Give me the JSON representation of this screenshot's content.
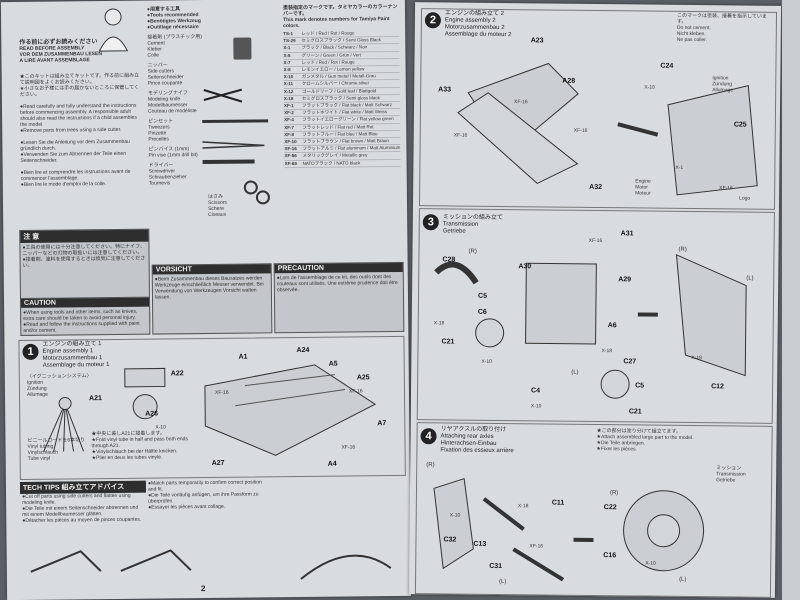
{
  "page_number": "2",
  "left": {
    "intro_jp": "作る前に必ずお読みください",
    "intro_en": "READ BEFORE ASSEMBLY\nVOR DEM ZUSAMMENBAU LESEN\nA LIRE AVANT ASSEMBLAGE",
    "instructions_jp": "★このキットは組み立てキットです。作る前に組み立て説明図をよくお読みください。\n★小さなお子様には手の届かないところに保管してください。",
    "instructions_en": "●Read carefully and fully understand the instructions before commencing assembly. A responsible adult should also read the instructions if a child assembles the model.\n●Remove parts from trees using a side cutter.",
    "instructions_de": "●Lesen Sie die Anleitung vor dem Zusammenbau gründlich durch.\n●Verwenden Sie zum Abtrennen der Teile einen Seitenschneider.",
    "instructions_fr": "●Bien lire et comprendre les instructions avant de commencer l'assemblage.\n●Bien lire le mode d'emploi de la colle.",
    "tools_header": "●用意する工具\n●Tools recommended\n●Benötigtes Werkzeug\n●Outillage nécessaire",
    "tools": [
      "接着剤 (プラスチック用)\nCement\nKleber\nColle",
      "ニッパー\nSide cutters\nSeitenschneider\nPince coupante",
      "モデリングナイフ\nModeling knife\nModellbaumesser\nCouteau de modéliste",
      "ピンセット\nTweezers\nPinzette\nPrecelles",
      "ピンバイス (1mm)\nPin vise (1mm drill bit)",
      "ドライバー\nScrewdriver\nSchraubenzieher\nTournevis",
      "はさみ\nScissors\nSchere\nCiseaux"
    ],
    "caution_jp": "注 意",
    "caution_jp_text": "●工具の使用には十分注意してください。特にナイフ、ニッパーなどの刃物の取扱いには注意してください。\n●接着剤、塗料を使用するときは換気に注意してください。",
    "vorsicht": "VORSICHT",
    "vorsicht_text": "●Beim Zusammenbau dieses Bausatzes werden Werkzeuge einschließlich Messer verwendet. Bei Verwendung von Werkzeugen Vorsicht walten lassen.",
    "caution": "CAUTION",
    "caution_text": "●When using tools and other items, such as knives, extra care should be taken to avoid personal injury.\n●Read and follow the instructions supplied with paint and/or cement.",
    "precaution": "PRECAUTION",
    "precaution_text": "●Lors de l'assemblage de ce kit, des outils dont des couteaux sont utilisés. Une extrême prudence doit être observée.",
    "paint_header_jp": "塗装指定のマークです。タミヤカラーのカラーナンバーです。",
    "paint_header_en": "This mark denotes numbers for Tamiya Paint colors.",
    "paints": [
      [
        "TS-1",
        "レッド / Red / Rot / Rouge"
      ],
      [
        "TS-29",
        "セミグロスブラック / Semi Gloss Black"
      ],
      [
        "X-1",
        "ブラック / Black / Schwarz / Noir"
      ],
      [
        "X-5",
        "グリーン / Green / Grün / Vert"
      ],
      [
        "X-7",
        "レッド / Red / Rot / Rouge"
      ],
      [
        "X-8",
        "レモンイエロー / Lemon yellow"
      ],
      [
        "X-10",
        "ガンメタル / Gun metal / Metall-Grau"
      ],
      [
        "X-11",
        "クロームシルバー / Chrome silver"
      ],
      [
        "X-12",
        "ゴールドリーフ / Gold leaf / Blattgold"
      ],
      [
        "X-18",
        "セミグロスブラック / Semi gloss black"
      ],
      [
        "XF-1",
        "フラットブラック / Flat black / Matt Schwarz"
      ],
      [
        "XF-2",
        "フラットホワイト / Flat white / Matt Weiss"
      ],
      [
        "XF-4",
        "フラットイエローグリーン / Flat yellow green"
      ],
      [
        "XF-7",
        "フラットレッド / Flat red / Matt Rot"
      ],
      [
        "XF-8",
        "フラットブルー / Flat blue / Matt Blau"
      ],
      [
        "XF-10",
        "フラットブラウン / Flat brown / Matt Braun"
      ],
      [
        "XF-16",
        "フラットアルミ / Flat aluminum / Matt Aluminium"
      ],
      [
        "XF-56",
        "メタリックグレイ / Metallic grey"
      ],
      [
        "XF-69",
        "NATOブラック / NATO black"
      ]
    ],
    "step1_number": "1",
    "step1_title": "エンジンの組み立て 1\nEngine assembly 1\nMotorzusammenbau 1\nAssemblage du moteur 1",
    "ignition_label": "〈イグニッションシステム〉\nIgnition\nZündung\nAllumage",
    "cable_label": "ビニールコードを6本切り\nVinyl tubing\nVinylschlauch\nTube vinyl",
    "step1_parts": [
      "A22",
      "A21",
      "A26",
      "A1",
      "A24",
      "A5",
      "A25",
      "A7",
      "A27",
      "A4"
    ],
    "step1_paint_marks": [
      "XF-16",
      "X-10",
      "XF-16",
      "XF-16"
    ],
    "step1_note": "★中央に差しA21に接着します。\n★Fold vinyl tube in half and pass both ends through A21.\n★Vinylschlauch bei der Hälfte knicken.\n★Plier en deux les tubes vinyle.",
    "tech_tips": "TECH TIPS",
    "tech_tips_jp": "組み立てアドバイス",
    "tech_tips_text": "●Cut off parts using side cutters and flatten using modeling knife.\n●Die Teile mit einem Seitenschneider abtrennen und mit einem Modellbaumesser glätten.\n●Détacher les pièces au moyen de pinces coupantes.",
    "tech_tips_text2": "●Match parts temporarily to confirm correct position and fit.\n●Die Teile vorläufig anfügen, um ihre Passform zu überprüfen.\n●Essayer les pièces avant collage."
  },
  "right": {
    "symbol_note": "このマークは塗装、接着を指示しています。\nDo not cement.\nNicht kleben.\nNe pas coller.",
    "step2_number": "2",
    "step2_title": "エンジンの組み立て 2\nEngine assembly 2\nMotorzusammenbau 2\nAssemblage du moteur 2",
    "step2_parts": [
      "A23",
      "A33",
      "A28",
      "C24",
      "C25",
      "A32"
    ],
    "step2_labels": [
      "Ignition\nZündung\nAllumage",
      "Engine\nMotor\nMoteur",
      "Logo"
    ],
    "step2_paint_marks": [
      "XF-16",
      "XF-16",
      "XF-16",
      "X-10",
      "X-1",
      "XF-16"
    ],
    "step3_number": "3",
    "step3_title": "ミッションの組み立て\nTransmission\nGetriebe",
    "step3_parts": [
      "C28",
      "A31",
      "A30",
      "A29",
      "C5",
      "C6",
      "C21",
      "A6",
      "C27",
      "C4",
      "C5",
      "C21",
      "C12"
    ],
    "step3_sides": [
      "(R)",
      "(L)",
      "(R)",
      "(L)"
    ],
    "step3_paint_marks": [
      "XF-16",
      "X-18",
      "X-10",
      "X-18",
      "X-10",
      "X-18"
    ],
    "step4_number": "4",
    "step4_title": "リヤアクスルの取り付け\nAttaching rear axles\nHinterachsen-Einbau\nFixation des essieux arrière",
    "step4_parts": [
      "C11",
      "C22",
      "C32",
      "C13",
      "C16",
      "C31"
    ],
    "step4_sides": [
      "(R)",
      "(L)",
      "(R)",
      "(L)"
    ],
    "step4_labels": [
      "ミッション\nTransmission\nGetriebe"
    ],
    "step4_paint_marks": [
      "X-10",
      "X-18",
      "XF-16",
      "X-10"
    ],
    "step4_note": "★この部分は塗り分けて組立てます。\n★Attach assembled large part to the model.\n★Die Teile anbringen.\n★Fixer les pièces."
  }
}
